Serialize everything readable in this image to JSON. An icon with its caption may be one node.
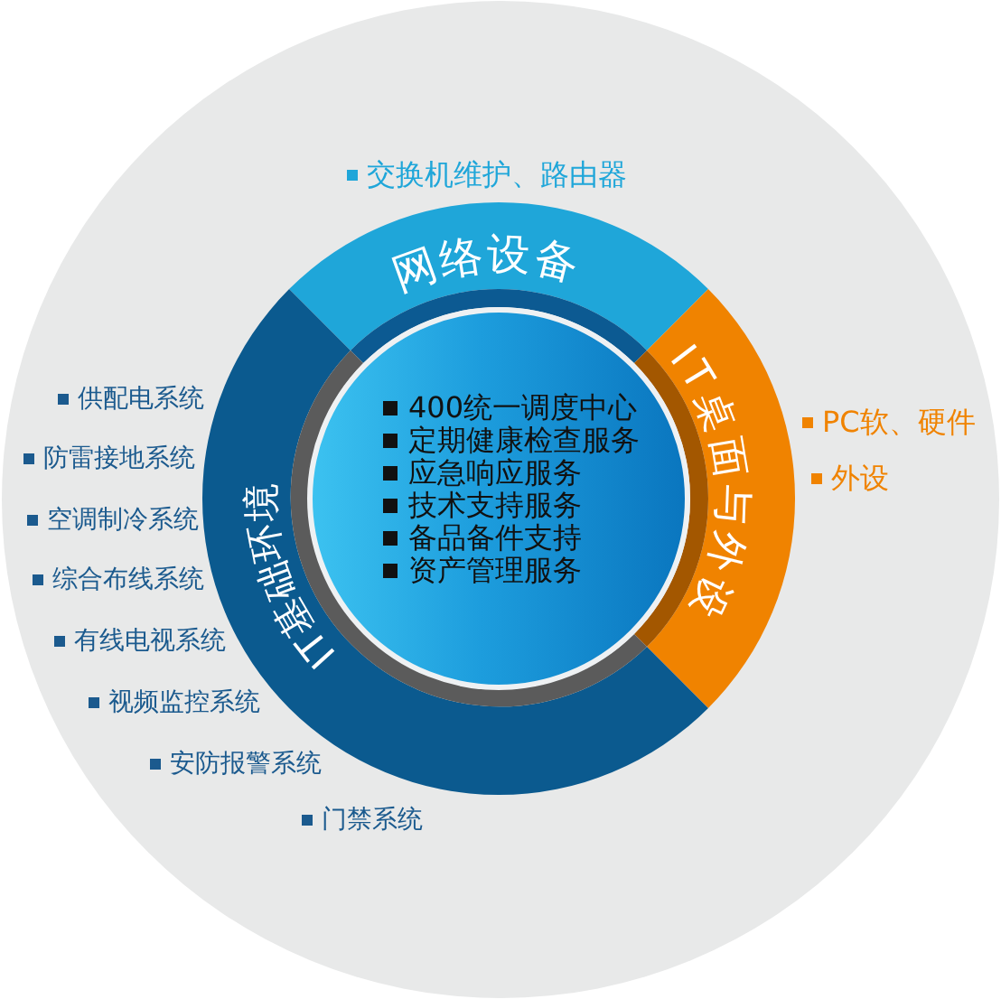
{
  "diagram": {
    "nodes": [
      {
        "text": [
          "网络设备"
        ],
        "beside": [
          "交换机维护、路由器"
        ]
      },
      {
        "text": [
          "IT桌面与外设"
        ],
        "beside": [
          "PC软、硬件",
          "外设"
        ]
      },
      {
        "text": [
          "IT基础环境"
        ],
        "beside": [
          "供配电系统",
          "防雷接地系统",
          "空调制冷系统",
          "综合布线系统",
          "有线电视系统",
          "视频监控系统",
          "安防报警系统",
          "门禁系统"
        ]
      },
      {
        "text": [
          "400统一调度中心",
          "定期健康检查服务",
          "应急响应服务",
          "技术支持服务",
          "备品备件支持",
          "资产管理服务"
        ]
      }
    ]
  }
}
